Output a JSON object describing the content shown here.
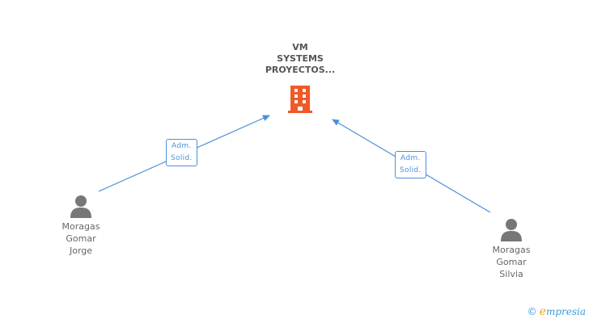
{
  "company": {
    "name_lines": [
      "VM",
      "SYSTEMS",
      "PROYECTOS..."
    ],
    "icon": "building-icon",
    "color": "#f05a28"
  },
  "people": [
    {
      "name_lines": [
        "Moragas",
        "Gomar",
        "Jorge"
      ],
      "icon": "person-icon"
    },
    {
      "name_lines": [
        "Moragas",
        "Gomar",
        "Silvia"
      ],
      "icon": "person-icon"
    }
  ],
  "relations": [
    {
      "from": "person-1",
      "to": "company",
      "role_lines": [
        "Adm.",
        "Solid."
      ]
    },
    {
      "from": "person-2",
      "to": "company",
      "role_lines": [
        "Adm.",
        "Solid."
      ]
    }
  ],
  "colors": {
    "edge": "#4a8fd9",
    "person_icon": "#777777",
    "text": "#666666"
  },
  "watermark": {
    "symbol": "©",
    "brand_initial": "e",
    "brand_rest": "mpresia"
  }
}
